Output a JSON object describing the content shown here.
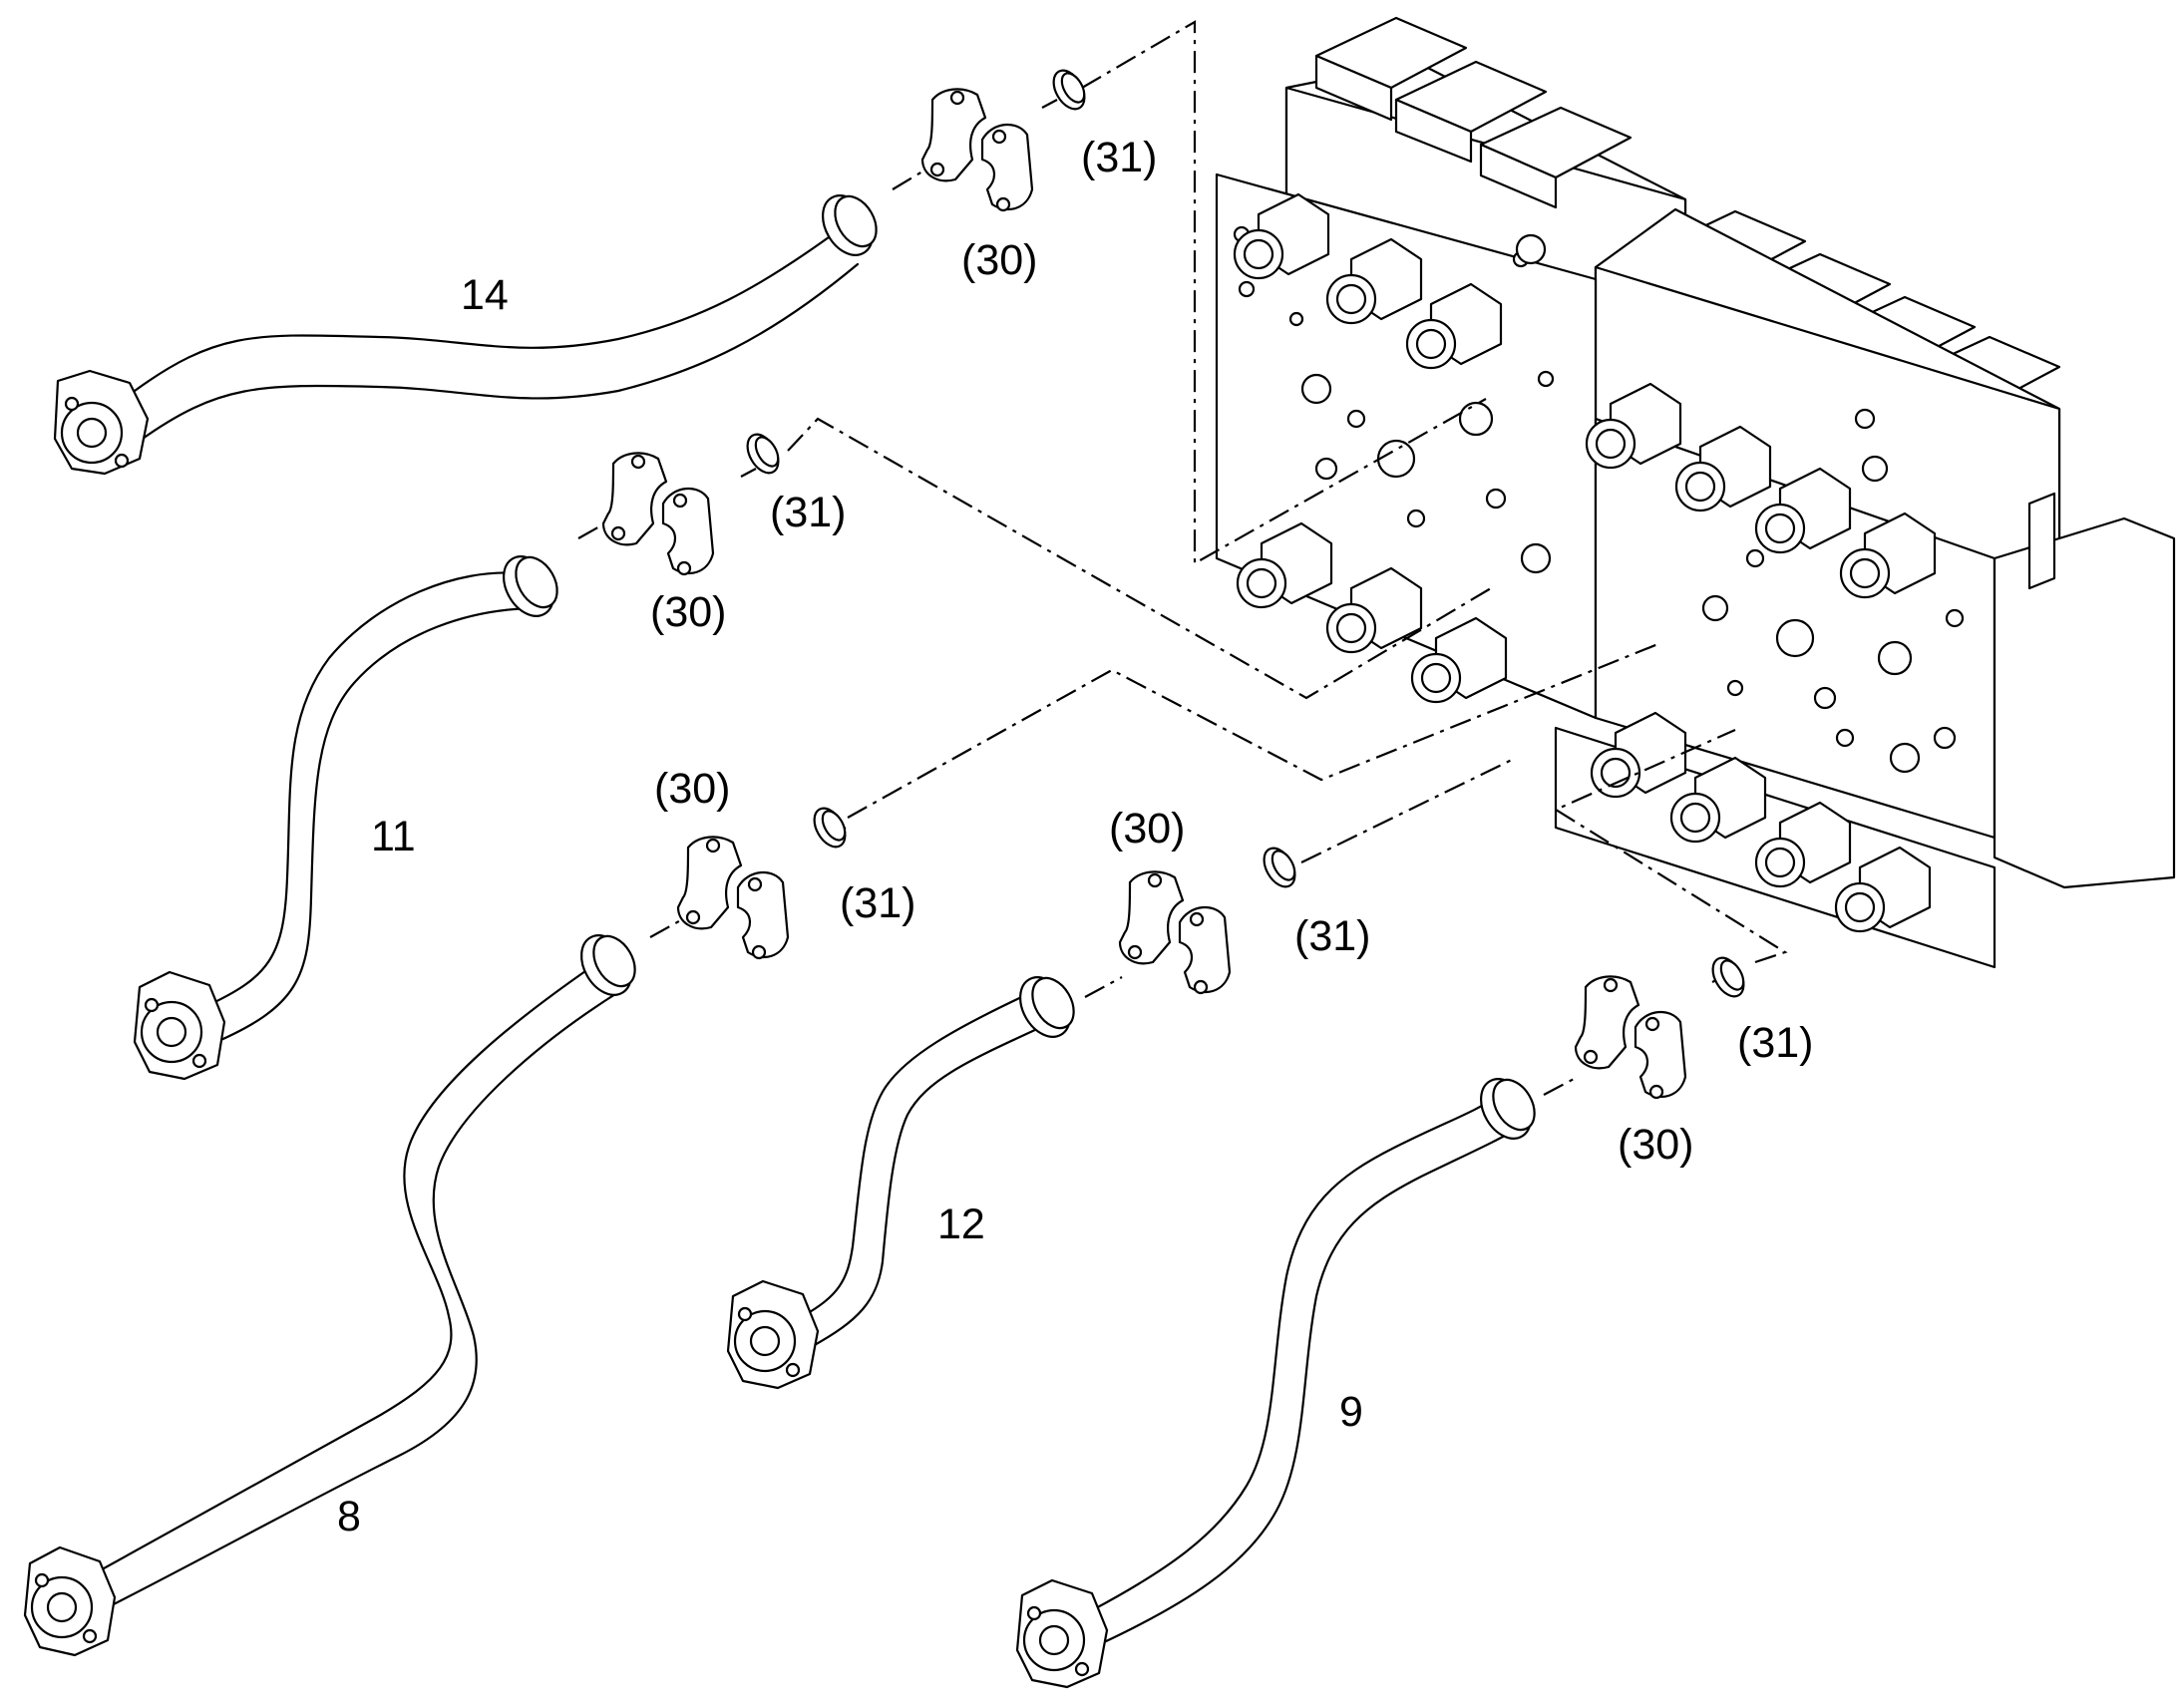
{
  "figure": {
    "callouts": [
      {
        "id": "pipe-14",
        "text": "14"
      },
      {
        "id": "pipe-11",
        "text": "11"
      },
      {
        "id": "pipe-8",
        "text": "8"
      },
      {
        "id": "pipe-12",
        "text": "12"
      },
      {
        "id": "pipe-9",
        "text": "9"
      },
      {
        "id": "clamp-a",
        "text": "(30)"
      },
      {
        "id": "ring-a",
        "text": "(31)"
      },
      {
        "id": "clamp-b",
        "text": "(30)"
      },
      {
        "id": "ring-b",
        "text": "(31)"
      },
      {
        "id": "clamp-c",
        "text": "(30)"
      },
      {
        "id": "ring-c",
        "text": "(31)"
      },
      {
        "id": "clamp-d",
        "text": "(30)"
      },
      {
        "id": "ring-d",
        "text": "(31)"
      },
      {
        "id": "clamp-e",
        "text": "(30)"
      },
      {
        "id": "ring-e",
        "text": "(31)"
      }
    ]
  }
}
